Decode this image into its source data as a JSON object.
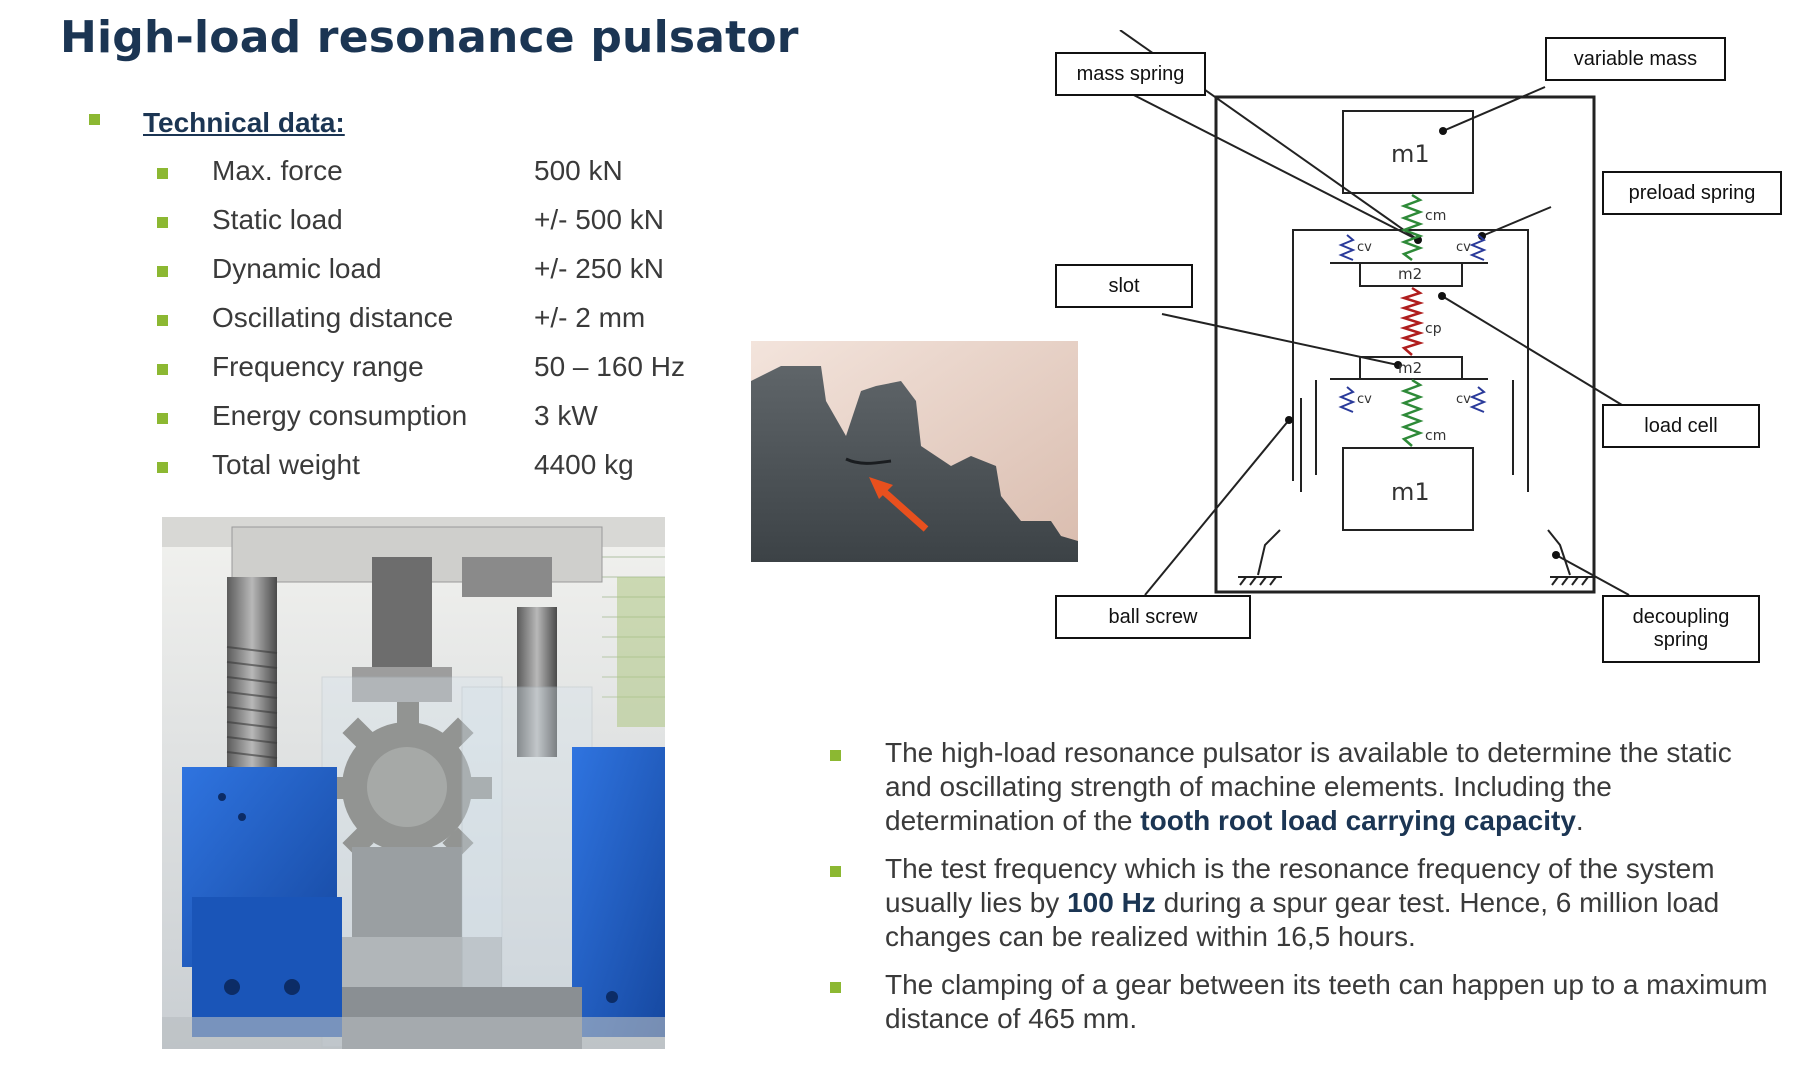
{
  "title": "High-load resonance pulsator",
  "technical_heading": "Technical data:",
  "specs": [
    {
      "label": "Max. force",
      "value": "500 kN"
    },
    {
      "label": "Static load",
      "value": "+/- 500 kN"
    },
    {
      "label": "Dynamic load",
      "value": "+/- 250 kN"
    },
    {
      "label": "Oscillating distance",
      "value": "+/- 2 mm"
    },
    {
      "label": "Frequency range",
      "value": "50 – 160 Hz"
    },
    {
      "label": "Energy consumption",
      "value": "3 kW"
    },
    {
      "label": "Total weight",
      "value": "4400 kg"
    }
  ],
  "diagram": {
    "labels": {
      "mass_spring": "mass spring",
      "variable_mass": "variable mass",
      "preload_spring": "preload spring",
      "slot": "slot",
      "load_cell": "load cell",
      "ball_screw": "ball screw",
      "decoupling_spring": "decoupling\nspring"
    },
    "symbols": {
      "m1": "m1",
      "m2": "m2",
      "cm": "cm",
      "cv": "cv",
      "cp": "cp"
    }
  },
  "description": [
    {
      "before": "The high-load resonance pulsator is available to determine the static and oscillating strength of machine elements. Including the determination of the ",
      "bold": "tooth root load carrying capacity",
      "after": "."
    },
    {
      "before": "The test frequency which is the resonance frequency of the system usually lies by ",
      "bold": "100 Hz",
      "after": " during a spur gear test. Hence, 6 million load changes can be realized within 16,5 hours."
    },
    {
      "before": "The clamping of a gear between its teeth can happen up to a maximum distance of 465 mm.",
      "bold": "",
      "after": ""
    }
  ],
  "colors": {
    "title": "#1b3553",
    "bullet": "#8cb832",
    "text": "#3a3a3a",
    "machine_blue": "#1f5fc4",
    "arrow": "#e8501e"
  }
}
